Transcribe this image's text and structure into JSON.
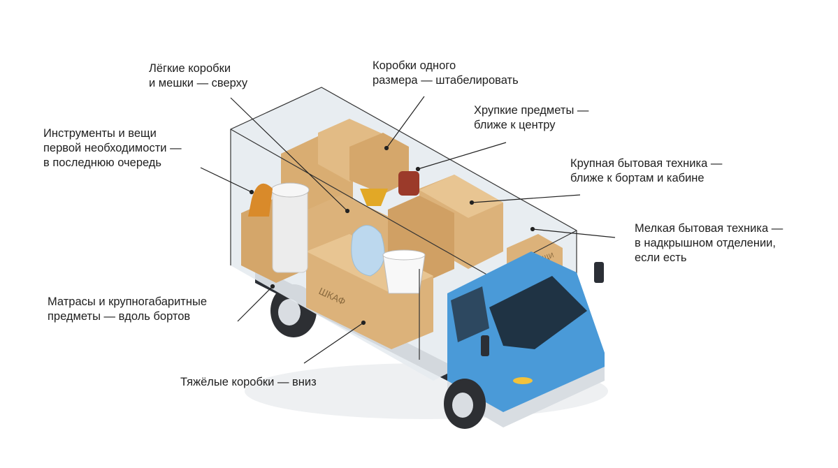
{
  "labels": {
    "light": [
      "Лёгкие коробки",
      "и мешки — сверху"
    ],
    "same_size": [
      "Коробки одного",
      "размера — штабелировать"
    ],
    "fragile": [
      "Хрупкие предметы —",
      "ближе к центру"
    ],
    "tools": [
      "Инструменты и вещи",
      "первой необходимости —",
      "в последнюю очередь"
    ],
    "large_appliances": [
      "Крупная бытовая техника —",
      "ближе к бортам и кабине"
    ],
    "small_appliances": [
      "Мелкая бытовая техника —",
      "в надкрышном отделении,",
      "если есть"
    ],
    "mattress": [
      "Матрасы и крупногабаритные",
      "предметы — вдоль бортов"
    ],
    "heavy": [
      "Тяжёлые коробки — вниз"
    ]
  },
  "box_markings": {
    "wardrobe": "ШКАФ",
    "things": "ВЕЩИ"
  },
  "colors": {
    "box": "#dcb27a",
    "box_dark": "#c8955a",
    "cab": "#4a9ad8",
    "cargo": "#e4e9ee",
    "line": "#222222"
  }
}
